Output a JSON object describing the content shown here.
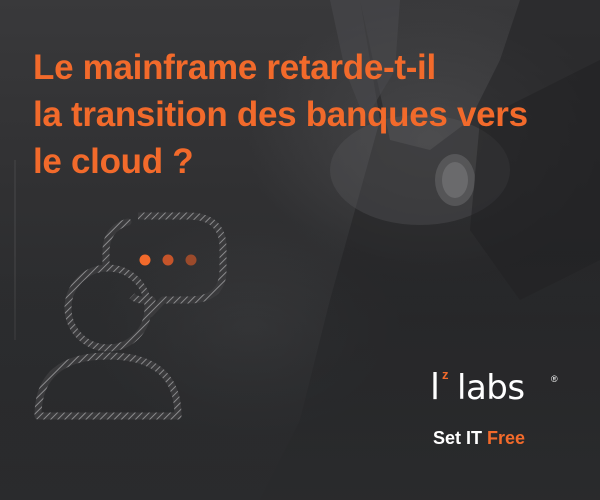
{
  "headline": {
    "lines": [
      "Le mainframe retarde-t-il",
      "la transition des banques vers",
      "le cloud ?"
    ]
  },
  "brand": {
    "logo_l": "l",
    "logo_z": "z",
    "logo_word": "labs",
    "logo_registered": "®",
    "tagline_part1": "Set IT ",
    "tagline_part2": "Free"
  },
  "illustration": {
    "icon": "person-chat-icon",
    "typing_dots": 3
  },
  "colors": {
    "accent": "#f26a2b",
    "background": "#2a2b2d",
    "text_light": "#ffffff",
    "illustration_stroke": "#8a8a8c"
  }
}
